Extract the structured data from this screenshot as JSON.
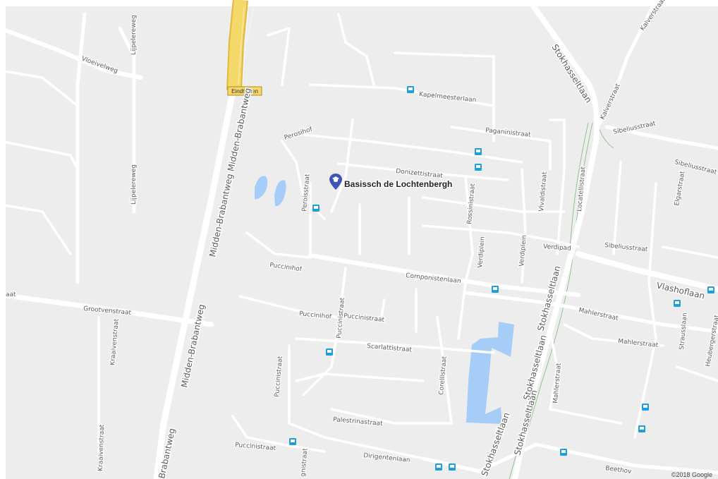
{
  "map": {
    "colors": {
      "land": "#ededed",
      "road": "#ffffff",
      "highway": "#f5d86a",
      "highway_edge": "#e2b93b",
      "water": "#a6cdf7",
      "railway": "#8fc48f",
      "transit_icon": "#1e9fda",
      "poi_marker": "#4154b3"
    },
    "poi": {
      "label": "Basissch de Lochtenbergh",
      "icon": "graduation-cap-icon"
    },
    "highway_shield": "Eindhoven",
    "copyright": "©2018 Google",
    "streets": {
      "vloeivelweg": "Vloeivelweg",
      "lijpelereweg": "Lijpelereweg",
      "lijpelereweg2": "Lijpelereweg",
      "midden_brabantweg_1": "Midden-Brabantweg Midden-Brabantweg",
      "midden_brabantweg_2": "Midden-Brabantweg",
      "midden_brabantweg_3": "Brabantweg",
      "grootvenstraat": "Grootvenstraat",
      "kraaivenstraat_1": "Kraaivenstraat",
      "kraaivenstraat_2": "Kraaivenstraat",
      "aat": "aat",
      "perosihof": "Perosihof",
      "peroisstraat": "Peroisstraat",
      "puccinihof_1": "Puccinihof",
      "puccinihof_2": "Puccinihof",
      "puccinistraat_1": "Puccinistraat",
      "puccinistraat_2": "Puccinistraat",
      "puccinistraat_3": "Puccinistraat",
      "puccinistraat_4": "Puccinistraat",
      "componistenlaan": "Componistenlaan",
      "scarlattistraat": "Scarlattistraat",
      "corellistraat": "Corellistraat",
      "palestrinastraat": "Palestrinastraat",
      "dirigentenlaan": "Dirigentenlaan",
      "gnistraat": "gnistraat",
      "kapelmeesterlaan": "Kapelmeesterlaan",
      "paganinistraat": "Paganinistraat",
      "donizettistraat": "Donizettistraat",
      "rossinistraat": "Rossinistraat",
      "verdiplein_1": "Verdiplein",
      "verdiplein_2": "Verdiplein",
      "verdipad": "Verdipad",
      "vivaldistraat": "Vivaldistraat",
      "locatellistraat": "Locatellistraat",
      "stokhasseltlaan_1": "Stokhasseltlaan",
      "stokhasseltlaan_2": "Stokhasseltlaan",
      "stokhasseltlaan_3": "Stokhasseltlaan",
      "stokhasseltlaan_4": "Stokhasseltlaan",
      "stokhasseltlaan_5": "Stokhasseltlaan",
      "kalverstraat_1": "Kalverstraat",
      "kalverstraat_2": "Kalverstraat",
      "sibeliusstraat_1": "Sibeliusstraat",
      "sibeliusstraat_2": "Sibeliusstraat",
      "sibeliusstraat_3": "Sibeliusstraat",
      "elgarstraat": "Elgarstraat",
      "vlashoflaan": "Vlashoflaan",
      "mahlerstraat_1": "Mahlerstraat",
      "mahlerstraat_2": "Mahlerstraat",
      "mahlerstraat_3": "Mahlerstraat",
      "straussiaan": "Strausslaan",
      "heubergerstraat": "Heubergerstraat",
      "beethoven": "Beethov"
    }
  }
}
